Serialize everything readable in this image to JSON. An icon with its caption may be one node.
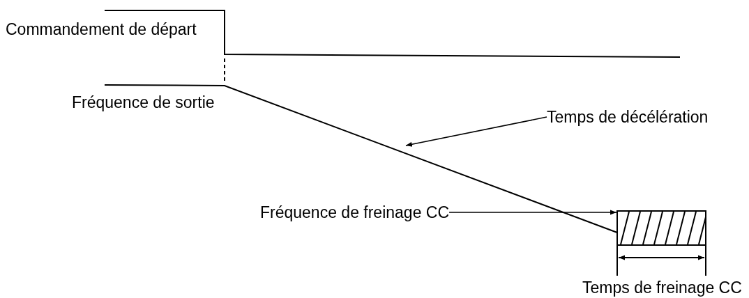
{
  "diagram": {
    "nodes": [
      {
        "text": [
          "Temps de décélération"
        ]
      },
      {
        "text": [
          "Fréquence de freinage CC"
        ]
      },
      {
        "text": [],
        "shape": "box"
      }
    ],
    "edges": [
      {
        "from": 0,
        "to": null,
        "arrow": "to"
      },
      {
        "from": 1,
        "to": 2,
        "arrow": "to"
      }
    ],
    "labels": [
      "Commandement de départ",
      "Fréquence de sortie",
      "Temps de freinage CC"
    ]
  }
}
